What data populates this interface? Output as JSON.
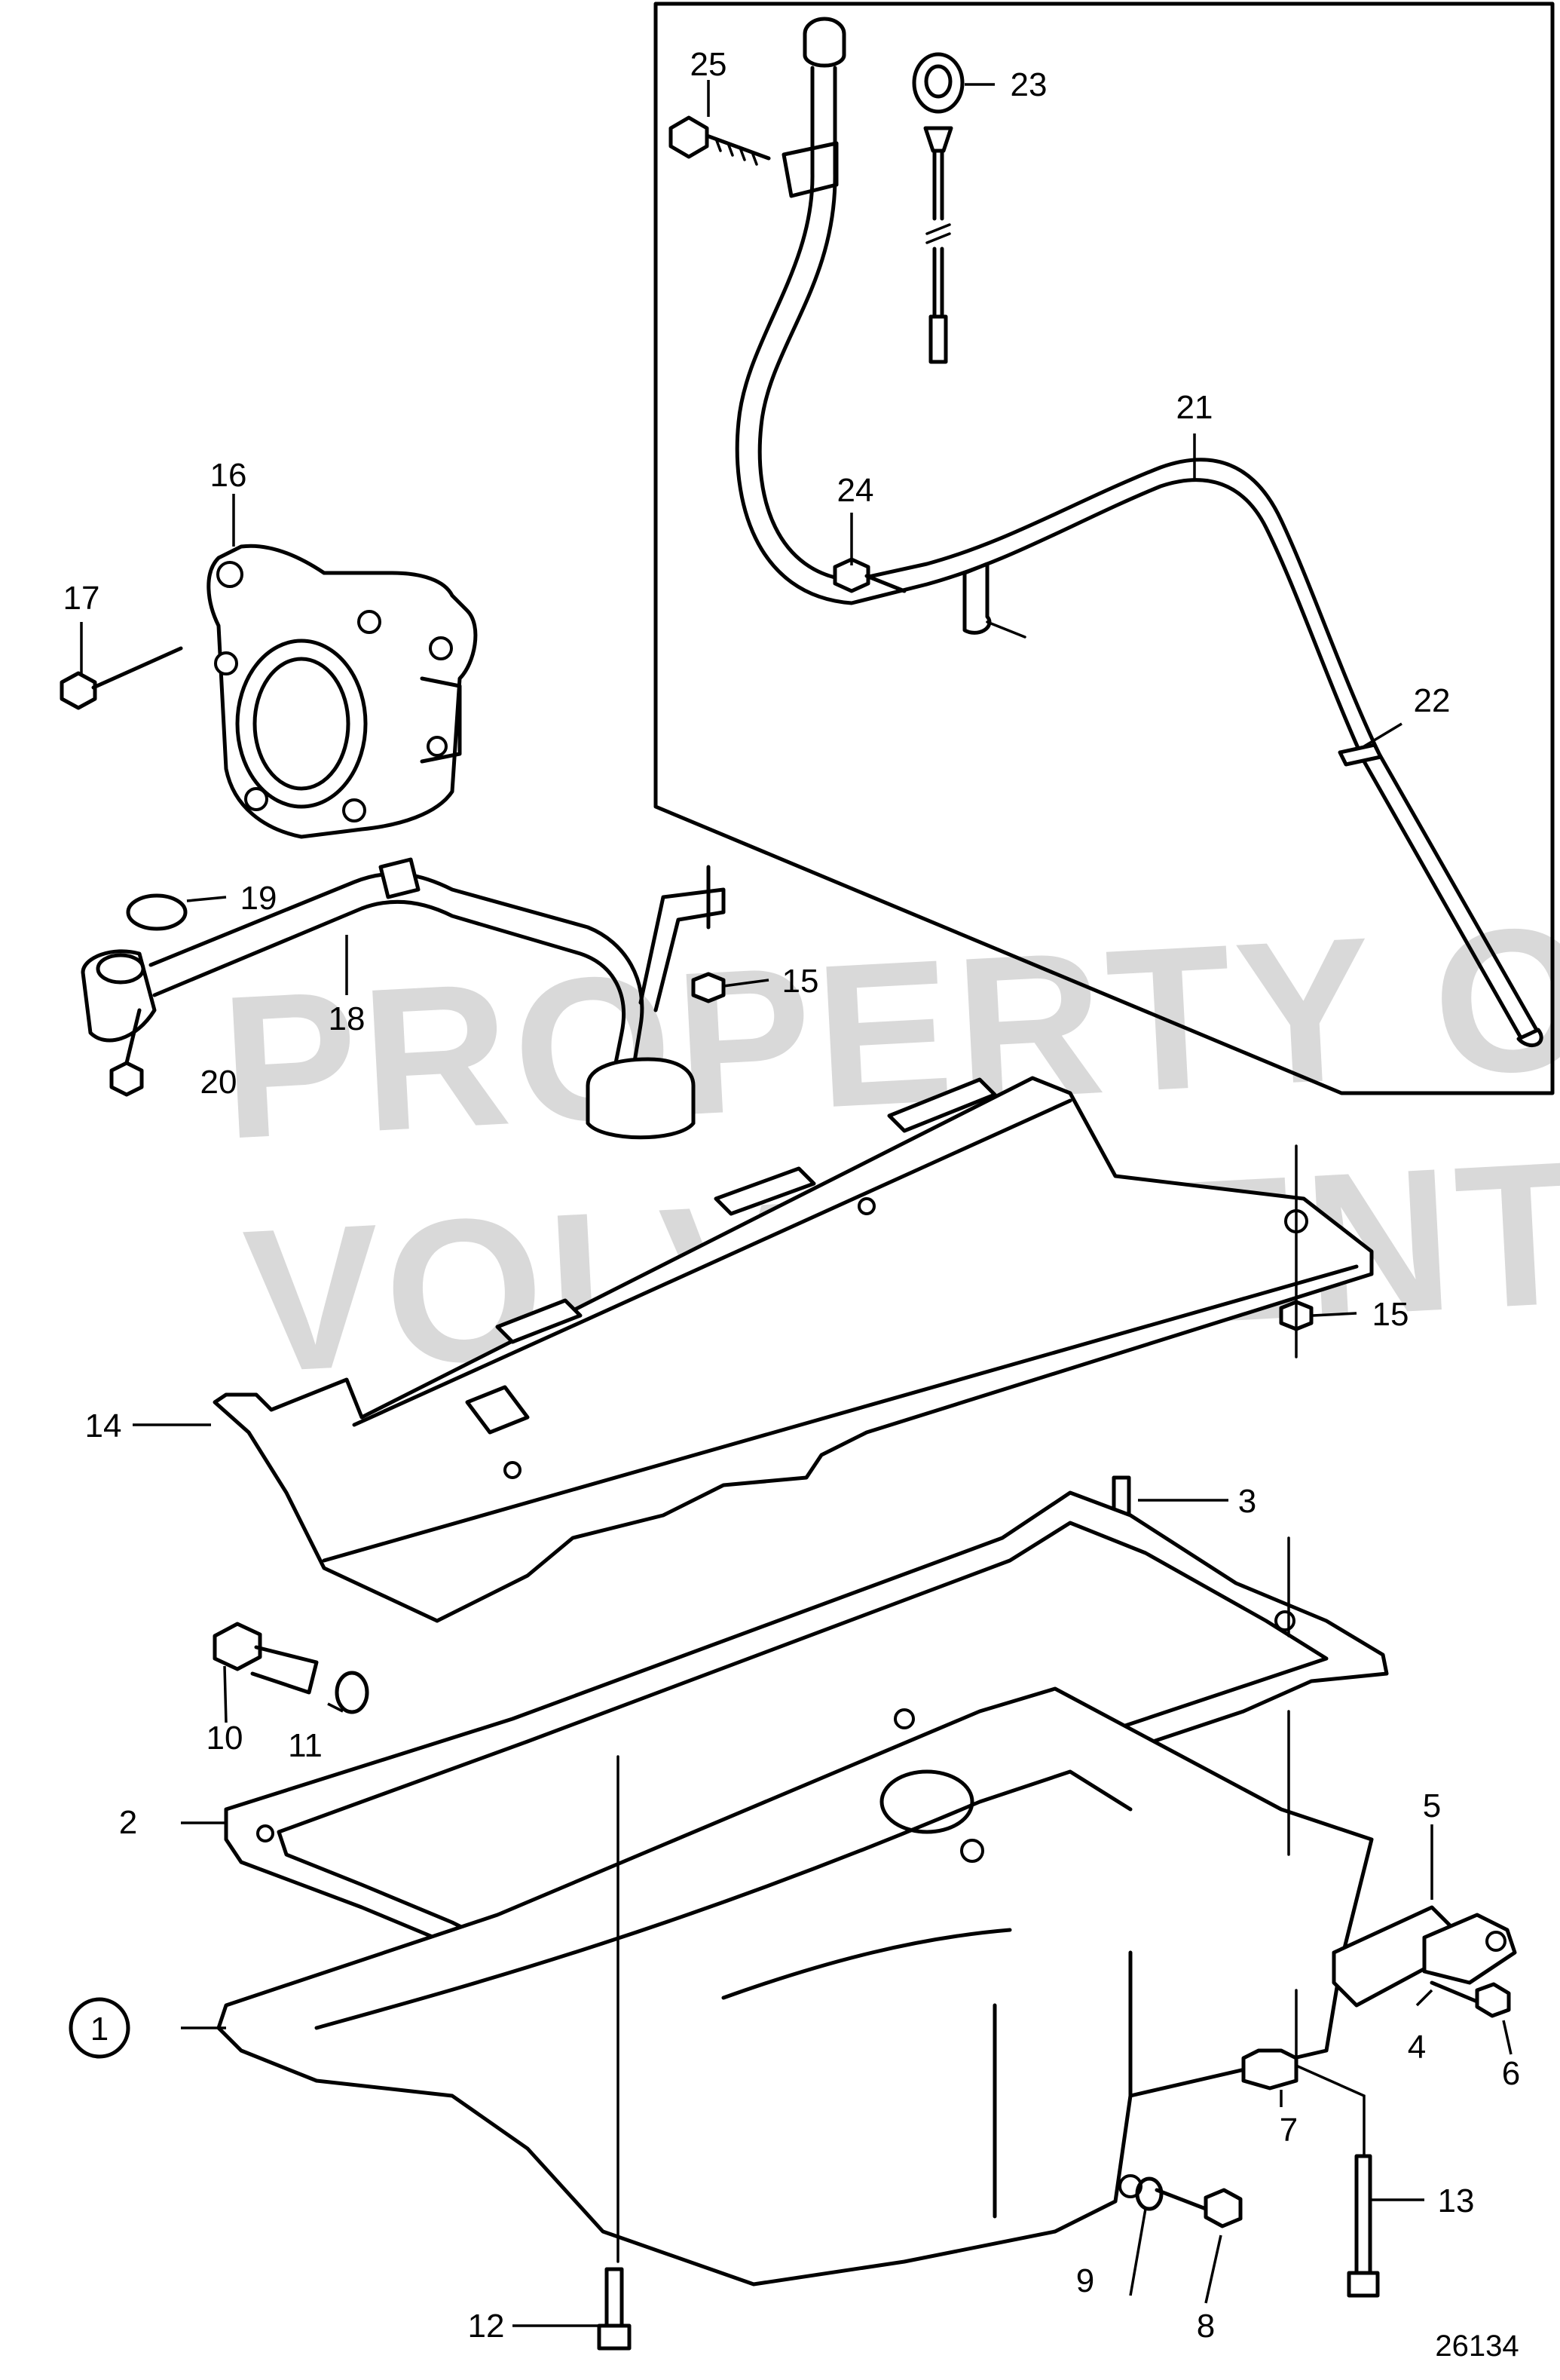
{
  "watermark": {
    "line1": "PROPERTY OF",
    "line2": "VOLVO PENTA"
  },
  "reference_number": "26134",
  "callouts": {
    "c1": "1",
    "c2": "2",
    "c3": "3",
    "c4": "4",
    "c5": "5",
    "c6": "6",
    "c7": "7",
    "c8": "8",
    "c9": "9",
    "c10": "10",
    "c11": "11",
    "c12": "12",
    "c13": "13",
    "c14": "14",
    "c15a": "15",
    "c15b": "15",
    "c16": "16",
    "c17": "17",
    "c18": "18",
    "c19": "19",
    "c20": "20",
    "c21": "21",
    "c22": "22",
    "c23": "23",
    "c24": "24",
    "c25": "25"
  }
}
